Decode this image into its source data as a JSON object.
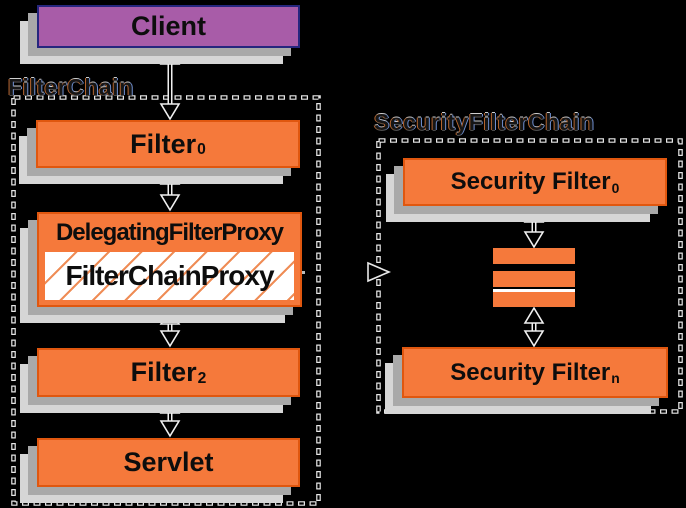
{
  "chains": {
    "filter_chain": {
      "label": "FilterChain",
      "client": {
        "text": "Client"
      },
      "filter0": {
        "text": "Filter",
        "sub": "0"
      },
      "delegating_filter_proxy": {
        "text": "DelegatingFilterProxy"
      },
      "filter_chain_proxy": {
        "text": "FilterChainProxy"
      },
      "filter2": {
        "text": "Filter",
        "sub": "2"
      },
      "servlet": {
        "text": "Servlet"
      }
    },
    "security_filter_chain": {
      "label": "SecurityFilterChain",
      "security_filter0": {
        "text": "Security Filter",
        "sub": "0"
      },
      "security_filtern": {
        "text": "Security Filter",
        "sub": "n"
      }
    }
  },
  "colors": {
    "background": "#000000",
    "box_orange": "#f5793b",
    "box_orange_border": "#e0570f",
    "client_purple": "#a85ca8",
    "client_border": "#26267e",
    "shadow_near": "#a9a9a9",
    "shadow_far": "#d6d6d6",
    "hatch_stripe": "#ef8d57",
    "dash_outline": "#e8e8e8",
    "text": "#0d0d0d"
  }
}
